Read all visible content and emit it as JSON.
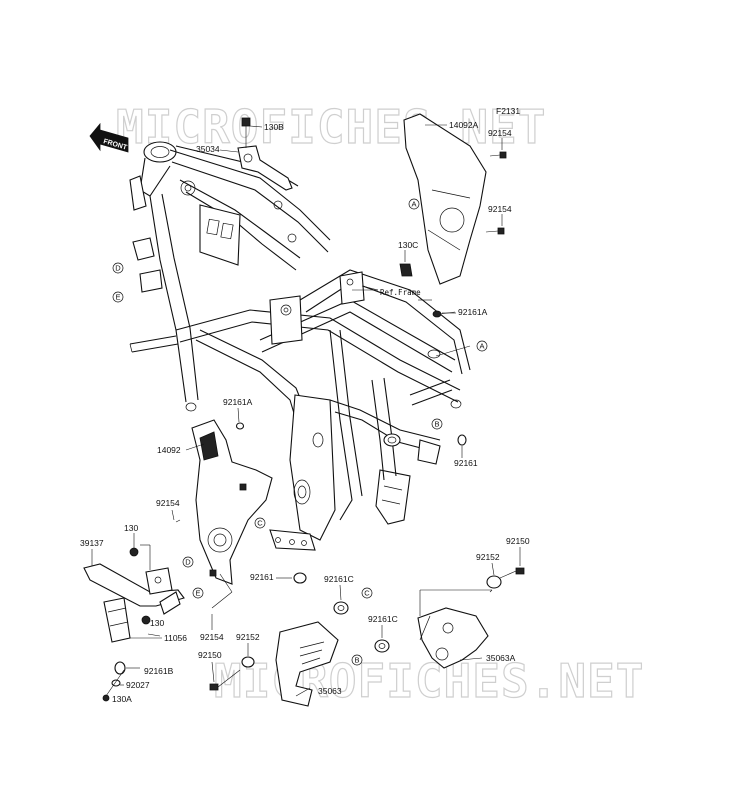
{
  "watermark": {
    "top": "MICROFICHES.NET",
    "bottom": "MICROFICHES.NET"
  },
  "front_label": "FRONT",
  "ref_frame": "Ref.Frame",
  "callouts": {
    "p130b": "130B",
    "p35034": "35034",
    "pF2131": "F2131",
    "p14092a": "14092A",
    "p92154_a": "92154",
    "p92154_b": "92154",
    "p130c": "130C",
    "p92161a_r": "92161A",
    "p92161a_l": "92161A",
    "p14092": "14092",
    "p92161_r": "92161",
    "p92154_c": "92154",
    "p39137": "39137",
    "p130_a": "130",
    "p130_b": "130",
    "p11056": "11056",
    "p92154_d": "92154",
    "p92161b": "92161B",
    "p92027": "92027",
    "p130a": "130A",
    "p92150_l": "92150",
    "p92152_l": "92152",
    "p92161_b": "92161",
    "p92161c_1": "92161C",
    "p92161c_2": "92161C",
    "p35063": "35063",
    "p92152_r": "92152",
    "p92150_r": "92150",
    "p35063a": "35063A"
  },
  "circle_refs": {
    "a1": "A",
    "a2": "A",
    "b1": "B",
    "b2": "B",
    "c1": "C",
    "c2": "C",
    "d1": "D",
    "d2": "D",
    "e1": "E",
    "e2": "E"
  }
}
